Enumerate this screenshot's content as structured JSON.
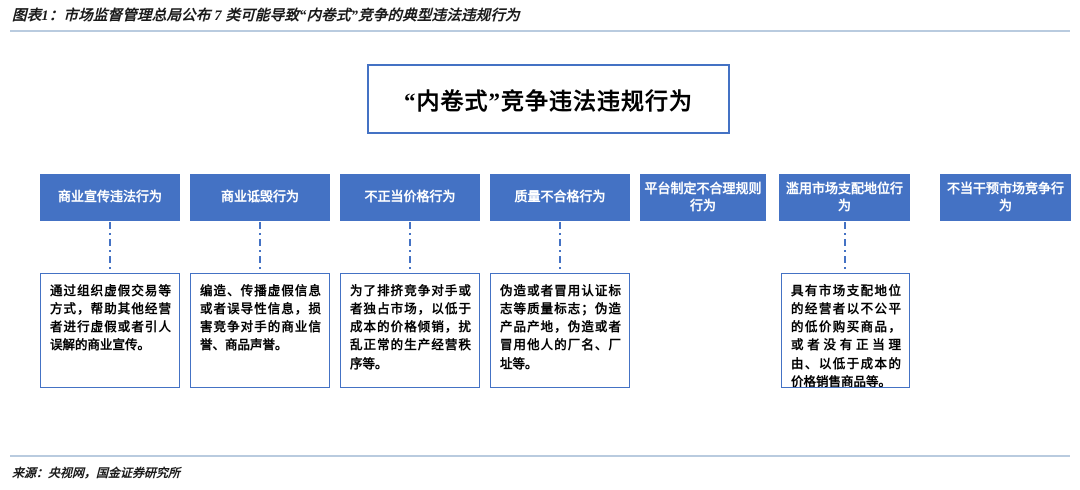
{
  "title": "图表1：市场监督管理总局公布 7 类可能导致“内卷式”竞争的典型违法违规行为",
  "source": "来源：央视网，国金证券研究所",
  "colors": {
    "accent": "#4472c4",
    "rule": "#b9cbdf",
    "box_text": "#ffffff",
    "page_background": "#ffffff"
  },
  "root": {
    "label": "“内卷式”竞争违法违规行为"
  },
  "categories": [
    {
      "label": "商业宣传违法行为",
      "detail": "通过组织虚假交易等方式，帮助其他经营者进行虚假或者引人误解的商业宣传。",
      "has_detail": true
    },
    {
      "label": "商业诋毁行为",
      "detail": "编造、传播虚假信息或者误导性信息，损害竞争对手的商业信誉、商品声誉。",
      "has_detail": true
    },
    {
      "label": "不正当价格行为",
      "detail": "为了排挤竞争对手或者独占市场，以低于成本的价格倾销，扰乱正常的生产经营秩序等。",
      "has_detail": true
    },
    {
      "label": "质量不合格行为",
      "detail": "伪造或者冒用认证标志等质量标志；伪造产品产地，伪造或者冒用他人的厂名、厂址等。",
      "has_detail": true
    },
    {
      "label": "平台制定不合理规则行为",
      "detail": "",
      "has_detail": false
    },
    {
      "label": "滥用市场支配地位行为",
      "detail": "具有市场支配地位的经营者以不公平的低价购买商品，或者没有正当理由、以低于成本的价格销售商品等。",
      "has_detail": true
    },
    {
      "label": "不当干预市场竞争行为",
      "detail": "",
      "has_detail": false
    }
  ]
}
